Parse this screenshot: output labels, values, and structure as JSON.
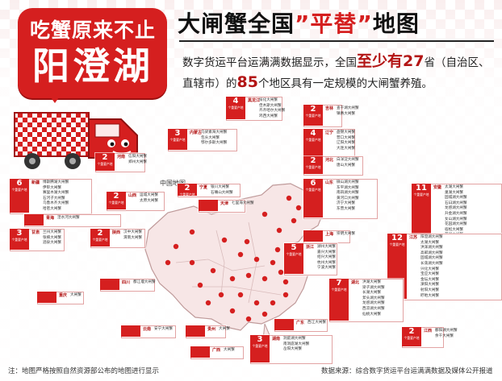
{
  "headline": {
    "top": "吃蟹原来不止",
    "bottom": "阳澄湖"
  },
  "title": {
    "pre": "大闸蟹全国",
    "q_open": "”",
    "quoted": "平替",
    "q_close": "”",
    "post": "地图"
  },
  "lead": {
    "text1": "数字货运平台运满满数据显示，全国",
    "em1": "至少有27",
    "text2": "省（自治区、直辖市）的",
    "em2": "85",
    "text3": "个地区具有一定规模的大闸蟹养殖。"
  },
  "map_title": "中国地图",
  "unit_label": "个重要产地",
  "regions": [
    {
      "name": "黑龙江",
      "count": "4",
      "items": [
        "绥化大闸蟹",
        "佳木斯大闸蟹",
        "齐齐哈尔大闸蟹",
        "鸡西大闸蟹"
      ]
    },
    {
      "name": "吉林",
      "count": "2",
      "items": [
        "查干湖大闸蟹",
        "镇赉大闸蟹"
      ]
    },
    {
      "name": "辽宁",
      "count": "4",
      "items": [
        "盘锦大闸蟹",
        "营口大闸蟹",
        "辽阳大闸蟹",
        "大连大闸蟹"
      ]
    },
    {
      "name": "内蒙古",
      "count": "3",
      "items": [
        "乌梁素海大闸蟹",
        "包头大闸蟹",
        "鄂尔多斯大闸蟹"
      ]
    },
    {
      "name": "河北",
      "count": "2",
      "items": [
        "白洋淀大闸蟹",
        "唐山大闸蟹"
      ]
    },
    {
      "name": "河南",
      "count": "2",
      "items": [
        "信阳大闸蟹",
        "郑州大闸蟹"
      ]
    },
    {
      "name": "新疆",
      "count": "6",
      "items": [
        "博斯腾湖大闸蟹",
        "伊犁大闸蟹",
        "赛里木湖大闸蟹",
        "石河子大闸蟹",
        "乌鲁木齐大闸蟹",
        "哈密大闸蟹"
      ]
    },
    {
      "name": "宁夏",
      "count": "2",
      "items": [
        "银川大闸蟹",
        "石嘴山大闸蟹"
      ]
    },
    {
      "name": "天津",
      "count": "",
      "items": [
        "七里海大闸蟹"
      ]
    },
    {
      "name": "山西",
      "count": "2",
      "items": [
        "运城大闸蟹",
        "太原大闸蟹"
      ]
    },
    {
      "name": "山东",
      "count": "6",
      "items": [
        "微山湖大闸蟹",
        "东平湖大闸蟹",
        "南四湖大闸蟹",
        "黄河口大闸蟹",
        "济宁大闸蟹",
        "东营大闸蟹"
      ]
    },
    {
      "name": "青海",
      "count": "",
      "items": [
        "湟水河大闸蟹"
      ]
    },
    {
      "name": "甘肃",
      "count": "3",
      "items": [
        "兰州大闸蟹",
        "张掖大闸蟹",
        "酒泉大闸蟹"
      ]
    },
    {
      "name": "陕西",
      "count": "2",
      "items": [
        "汉中大闸蟹",
        "渭南大闸蟹"
      ]
    },
    {
      "name": "安徽",
      "count": "11",
      "items": [
        "太湖大闸蟹",
        "巢湖大闸蟹",
        "固城湖大闸蟹",
        "石臼湖大闸蟹",
        "龙感湖大闸蟹",
        "升金湖大闸蟹",
        "女山湖大闸蟹",
        "花园湖大闸蟹",
        "宿松大闸蟹",
        "芜湖大闸蟹",
        "宣城大闸蟹"
      ]
    },
    {
      "name": "上海",
      "count": "",
      "items": [
        "崇明大闸蟹"
      ]
    },
    {
      "name": "浙江",
      "count": "5",
      "items": [
        "湖州大闸蟹",
        "嘉兴大闸蟹",
        "绍兴大闸蟹",
        "杭州大闸蟹",
        "宁波大闸蟹"
      ]
    },
    {
      "name": "江苏",
      "count": "12",
      "items": [
        "阳澄湖大闸蟹",
        "太湖大闸蟹",
        "洪泽湖大闸蟹",
        "高邮湖大闸蟹",
        "固城湖大闸蟹",
        "长荡湖大闸蟹",
        "兴化大闸蟹",
        "宝应大闸蟹",
        "金坛大闸蟹",
        "溧阳大闸蟹",
        "射阳大闸蟹",
        "盱眙大闸蟹"
      ]
    },
    {
      "name": "四川",
      "count": "",
      "items": [
        "都江堰大闸蟹"
      ]
    },
    {
      "name": "重庆",
      "count": "",
      "items": [
        "大闸蟹"
      ]
    },
    {
      "name": "湖北",
      "count": "7",
      "items": [
        "洪湖大闸蟹",
        "梁子湖大闸蟹",
        "长湖大闸蟹",
        "斧头湖大闸蟹",
        "龙感湖大闸蟹",
        "西凉湖大闸蟹",
        "仙桃大闸蟹"
      ]
    },
    {
      "name": "云南",
      "count": "",
      "items": [
        "安宁大闸蟹"
      ]
    },
    {
      "name": "贵州",
      "count": "",
      "items": [
        "大闸蟹"
      ]
    },
    {
      "name": "广西",
      "count": "",
      "items": [
        "大闸蟹"
      ]
    },
    {
      "name": "广东",
      "count": "",
      "items": [
        "西江大闸蟹"
      ]
    },
    {
      "name": "湖南",
      "count": "3",
      "items": [
        "洞庭湖大闸蟹",
        "南洞庭湖大闸蟹",
        "岳阳大闸蟹"
      ]
    },
    {
      "name": "江西",
      "count": "2",
      "items": [
        "鄱阳湖大闸蟹",
        "余干大闸蟹"
      ]
    }
  ],
  "footer": {
    "note": "注：地图严格按照自然资源部公布的地图进行显示",
    "source": "数据来源：综合数字货运平台运满满数据及媒体公开报道"
  },
  "colors": {
    "brand_red": "#d51f1f",
    "box_border": "#e2a3a3",
    "map_fill": "#f7e6e6"
  }
}
